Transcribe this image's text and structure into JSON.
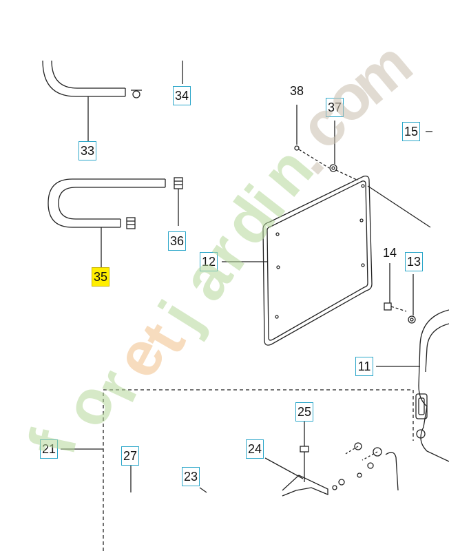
{
  "callouts": {
    "c33": "33",
    "c34": "34",
    "c35": "35",
    "c36": "36",
    "c37": "37",
    "c38": "38",
    "c15": "15",
    "c12": "12",
    "c14": "14",
    "c13": "13",
    "c11": "11",
    "c25": "25",
    "c21": "21",
    "c27": "27",
    "c24": "24",
    "c23": "23"
  },
  "highlighted_part": "35",
  "watermark": {
    "text": "foretjardin.com",
    "letters": [
      "f",
      "o",
      "r",
      "e",
      "t",
      "j",
      "a",
      "r",
      "d",
      "i",
      "n",
      ".",
      "c",
      "o",
      "m"
    ],
    "colors": {
      "green": "#b5d89a",
      "orange": "#f2c08a",
      "grey": "#c9bfae"
    }
  },
  "colors": {
    "callout_border": "#2aa6c9",
    "highlight": "#ffee00",
    "line": "#222222"
  }
}
